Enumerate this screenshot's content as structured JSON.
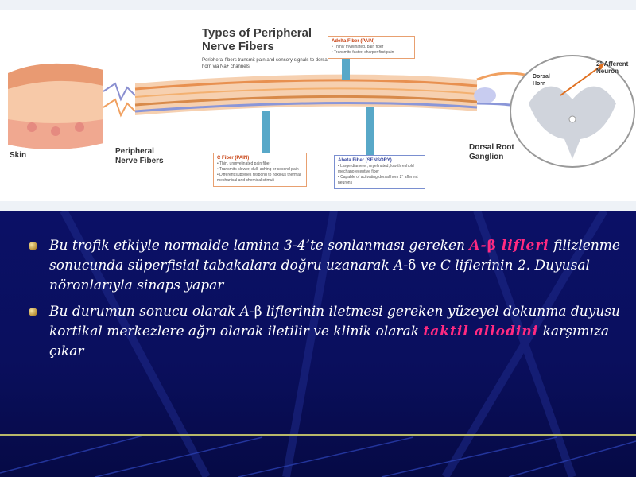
{
  "figure": {
    "title": "Types of Peripheral Nerve Fibers",
    "subtitle": "Peripheral fibers transmit pain and sensory signals to dorsal horn via Na+ channels",
    "labels": {
      "skin": "Skin",
      "peripheral_nerve_fibers": "Peripheral Nerve Fibers",
      "dorsal_horn": "Dorsal Horn",
      "dorsal_root_ganglion": "Dorsal Root Ganglion",
      "afferent_neuron": "2° Afferent Neuron"
    },
    "boxes": {
      "adelta_pain": {
        "title": "Adelta Fiber (PAIN)",
        "lines": [
          "• Thinly myelinated, pain fiber",
          "• Transmits faster, sharper first pain"
        ]
      },
      "c_pain": {
        "title": "C Fiber (PAIN)",
        "lines": [
          "• Thin, unmyelinated pain fiber",
          "• Transmits slower, dull, aching or second pain",
          "• Different subtypes respond to noxious thermal, mechanical and chemical stimuli"
        ]
      },
      "abeta_sensory": {
        "title": "Abeta Fiber (SENSORY)",
        "lines": [
          "• Large diameter, myelinated, low threshold mechanoreceptive fiber",
          "• Capable of activating dorsal horn 2° afferent neurons"
        ]
      }
    }
  },
  "slide": {
    "bullet1": {
      "p1": "Bu trofik etkiyle normalde lamina 3-4’te sonlanması gereken ",
      "hl_a": "A-",
      "hl_beta": "β",
      "hl_lifleri": " lifleri",
      "p2": " filizlenme sonucunda süperfisial tabakalara doğru uzanarak A-",
      "delta": "δ",
      "p3": " ve C liflerinin 2. Duyusal nöronlarıyla sinaps yapar"
    },
    "bullet2": {
      "p1": "Bu durumun sonucu olarak A-",
      "beta": "β",
      "p2": " liflerinin iletmesi gereken yüzeyel dokunma duyusu kortikal merkezlere ağrı olarak iletilir ve klinik olarak ",
      "hl": "taktil allodini",
      "p3": " karşımıza çıkar"
    }
  },
  "colors": {
    "background": "#0a0f5a",
    "highlight": "#ff2a80",
    "text": "#ffffff",
    "bullet": "#c9a040"
  }
}
